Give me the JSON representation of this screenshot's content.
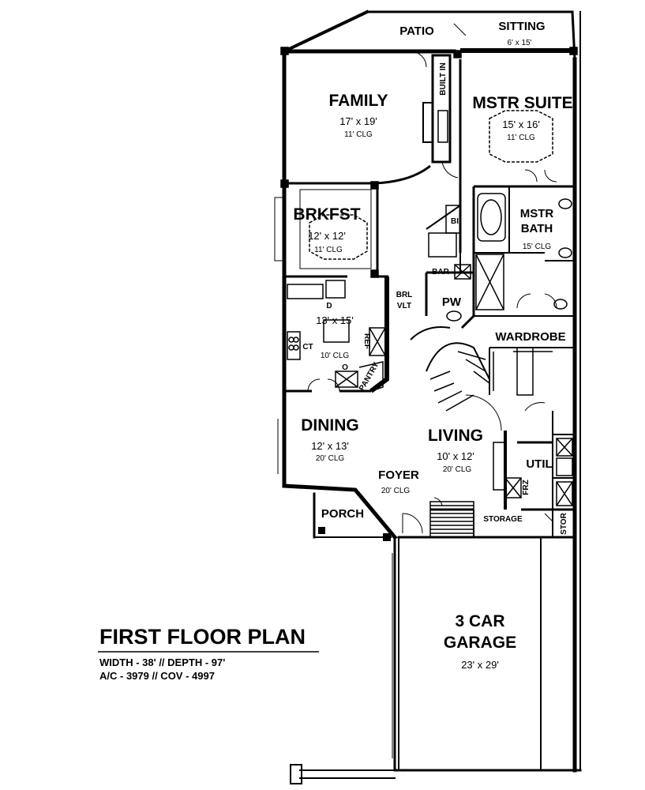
{
  "plan": {
    "title": "FIRST FLOOR PLAN",
    "width_depth": "WIDTH - 38' // DEPTH - 97'",
    "ac_cov": "A/C - 3979 // COV - 4997",
    "rooms": {
      "patio": {
        "name": "PATIO"
      },
      "sitting": {
        "name": "SITTING",
        "size": "6' x 15'"
      },
      "built_in": {
        "name": "BUILT IN"
      },
      "family": {
        "name": "FAMILY",
        "size": "17' x 19'",
        "ceiling": "11' CLG"
      },
      "mstr_suite": {
        "name": "MSTR SUITE",
        "size": "15' x 16'",
        "ceiling": "11' CLG"
      },
      "brkfst": {
        "name": "BRKFST",
        "size": "12' x 12'",
        "ceiling": "11' CLG"
      },
      "bi": {
        "name": "BI"
      },
      "mstr_bath": {
        "name1": "MSTR",
        "name2": "BATH",
        "ceiling": "15' CLG"
      },
      "bar": {
        "name": "BAR"
      },
      "kitchen": {
        "size": "13' x 15'",
        "ceiling": "10' CLG",
        "d": "D",
        "ct": "CT",
        "o": "O",
        "ref": "REF"
      },
      "pantry": {
        "name": "PANTRY"
      },
      "brl_vlt": {
        "name1": "BRL",
        "name2": "VLT"
      },
      "pw": {
        "name": "PW"
      },
      "wardrobe": {
        "name": "WARDROBE"
      },
      "dining": {
        "name": "DINING",
        "size": "12' x 13'",
        "ceiling": "20' CLG"
      },
      "living": {
        "name": "LIVING",
        "size": "10' x 12'",
        "ceiling": "20' CLG"
      },
      "foyer": {
        "name": "FOYER",
        "ceiling": "20' CLG"
      },
      "util": {
        "name": "UTIL"
      },
      "frz": {
        "name": "FRZ"
      },
      "porch": {
        "name": "PORCH"
      },
      "storage": {
        "name": "STORAGE"
      },
      "stor": {
        "name": "STOR"
      },
      "garage": {
        "name1": "3 CAR",
        "name2": "GARAGE",
        "size": "23' x 29'"
      }
    }
  }
}
